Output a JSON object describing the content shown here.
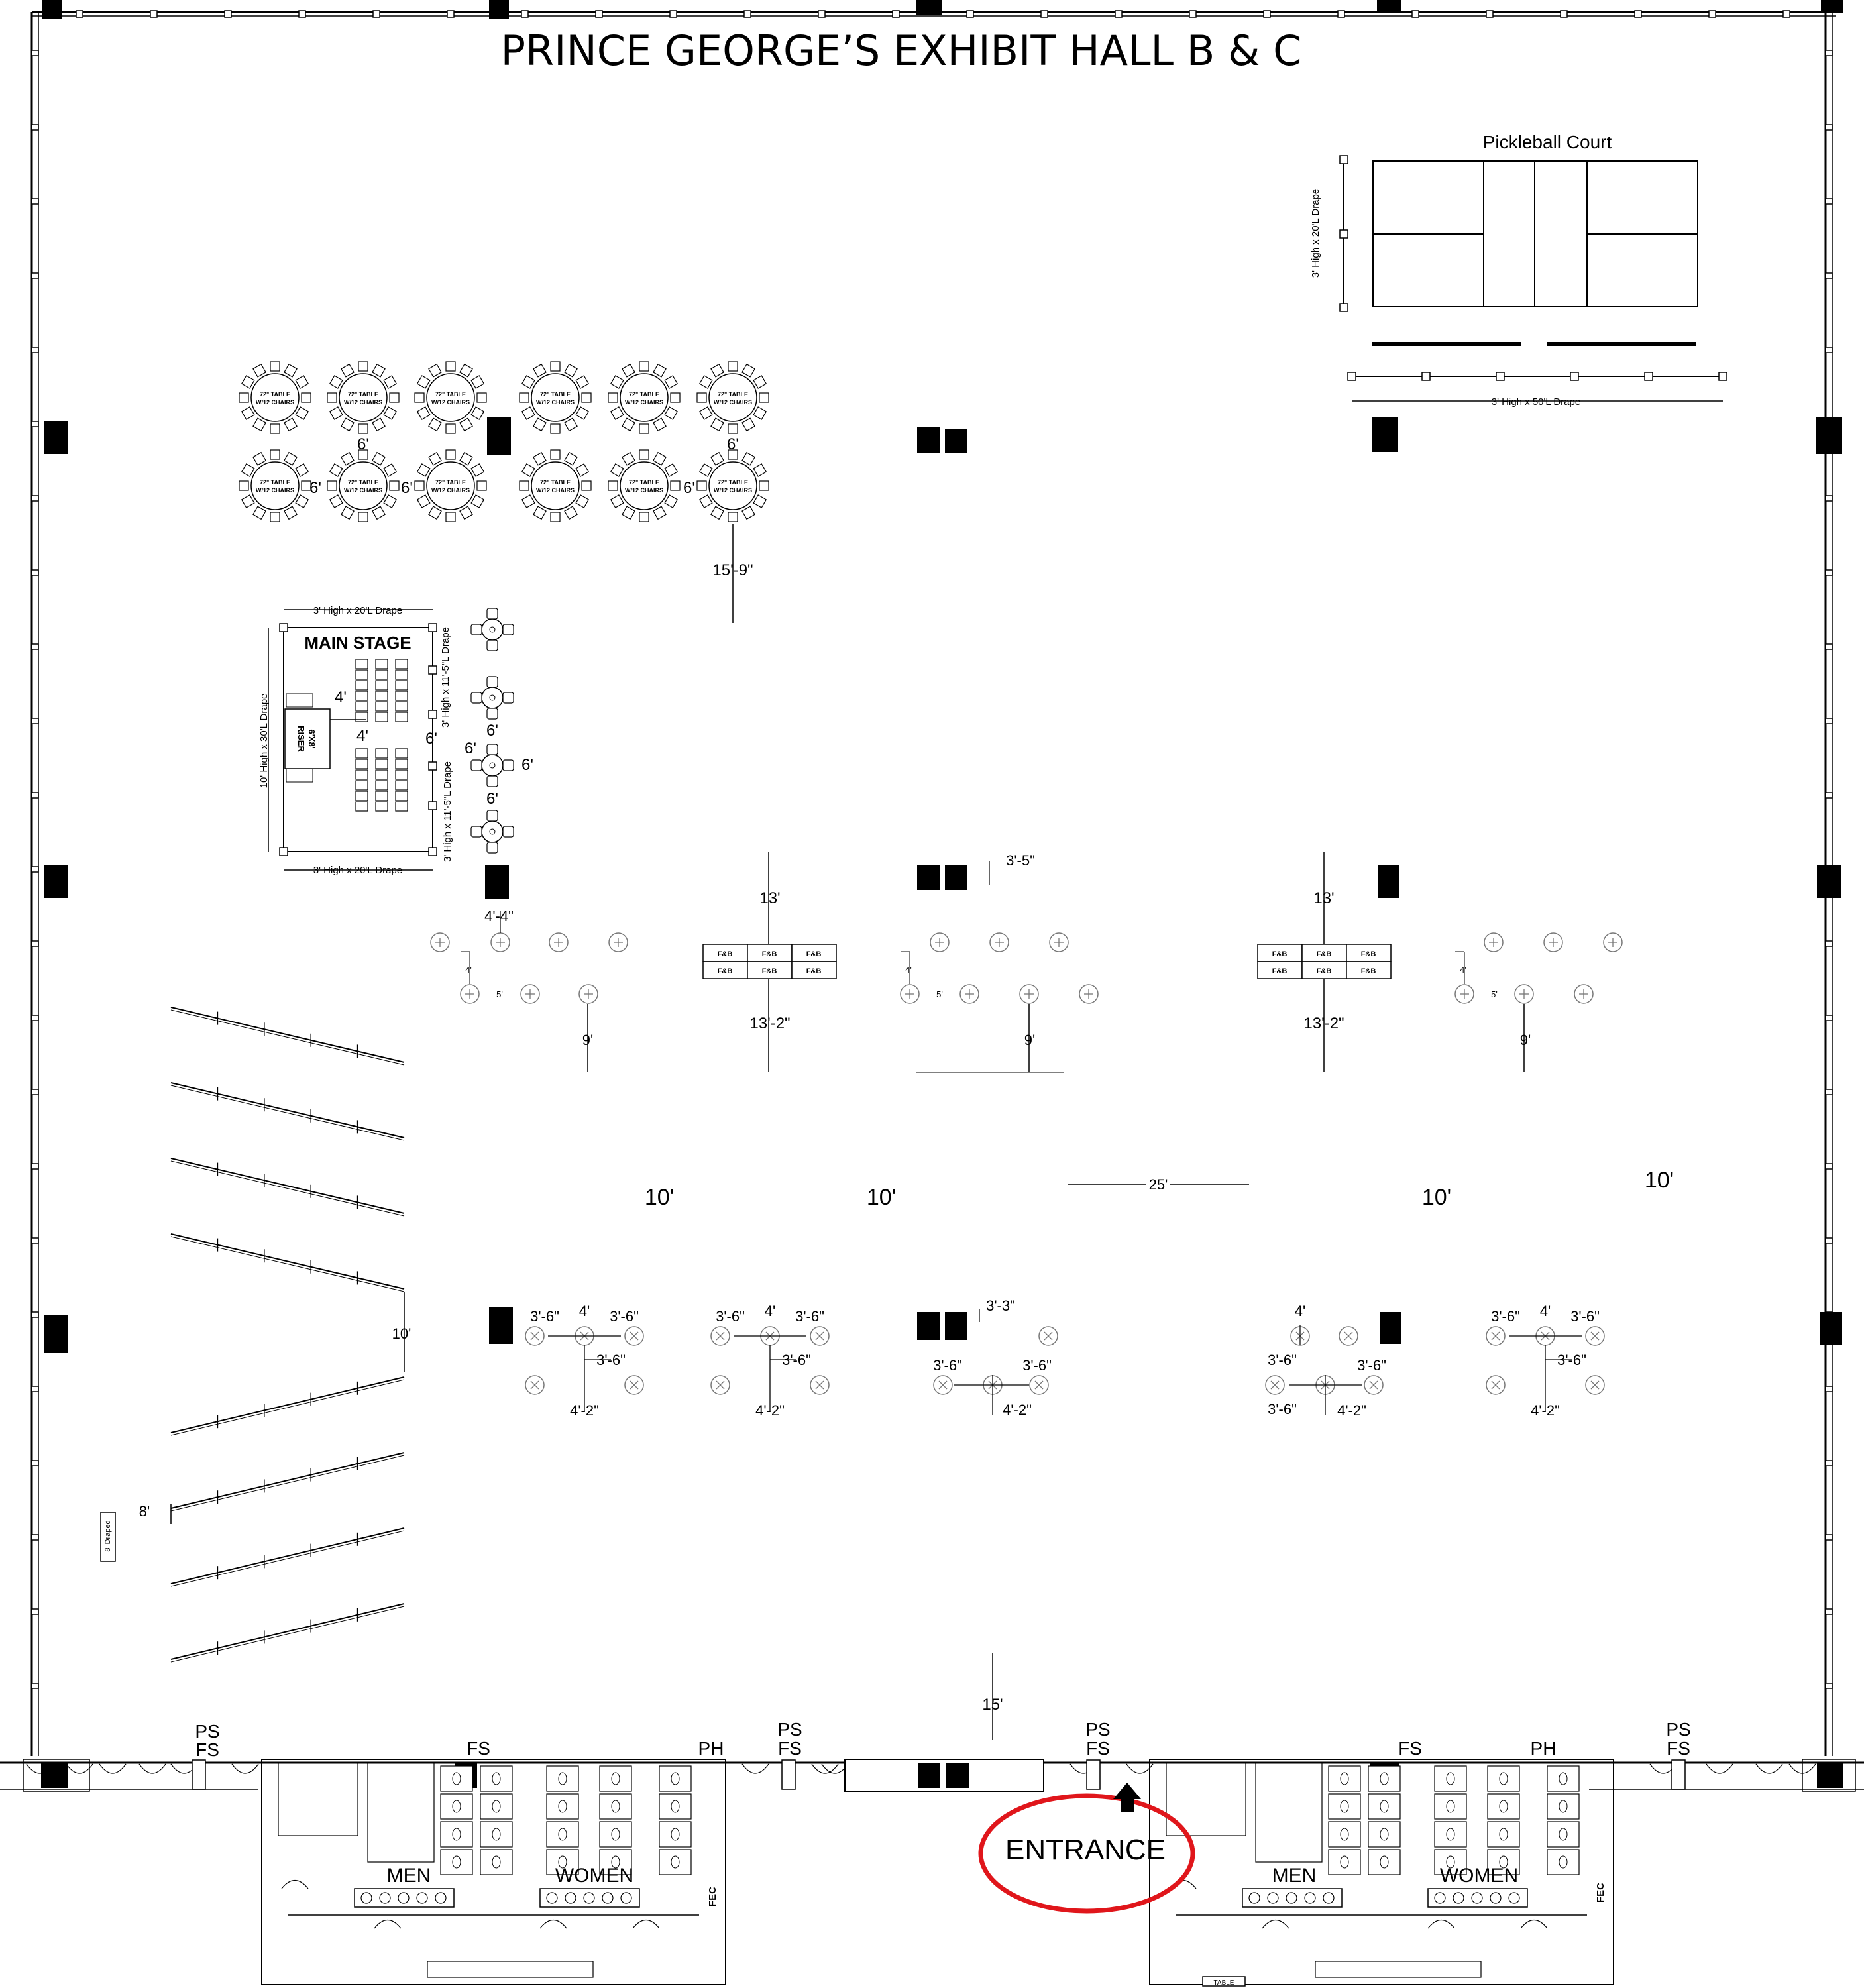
{
  "title": "PRINCE GEORGE’S EXHIBIT HALL B & C",
  "pickleball": {
    "label": "Pickleball Court",
    "drape_side": "3' High x 20'L Drape",
    "drape_bottom": "3' High x 50'L Drape"
  },
  "banquet": {
    "table_line1": "72\" TABLE",
    "table_line2": "W/12 CHAIRS",
    "gap": "6'",
    "row_gap": "6'",
    "clearance": "15'-9\""
  },
  "stage": {
    "label": "MAIN STAGE",
    "drape_top": "3' High x 20'L Drape",
    "drape_bottom": "3' High x 20'L Drape",
    "drape_left": "10' High x 30'L Drape",
    "drape_right_top": "3' High x 11'-5\"L Drape",
    "drape_right_bottom": "3' High x 11'-5\"L Drape",
    "riser": "RISER",
    "riser_size": "6'X8'",
    "dim_4a": "4'",
    "dim_4b": "4'",
    "dim_6": "6'",
    "cafe_dims": [
      "6'",
      "6'",
      "6'",
      "6'"
    ]
  },
  "dims": {
    "d_4_4": "4'-4\"",
    "d_3_5": "3'-5\"",
    "d_3_3": "3'-3\"",
    "d_13": "13'",
    "d_13_2": "13'-2\"",
    "d_9": "9'",
    "d_4": "4'",
    "d_5": "5'",
    "d_10": "10'",
    "d_25": "25'",
    "d_8": "8'",
    "d_15": "15'",
    "d_3_6": "3'-6\"",
    "d_4_2": "4'-2\""
  },
  "fb_label": "F&B",
  "lounge_label": "8' Draped",
  "amenities": {
    "ps": "PS",
    "fs": "FS",
    "ph": "PH",
    "men": "MEN",
    "women": "WOMEN",
    "fec": "FEC",
    "table": "TABLE",
    "entrance": "ENTRANCE"
  },
  "colors": {
    "ink": "#000000",
    "entrance_ring": "#e0161b"
  }
}
